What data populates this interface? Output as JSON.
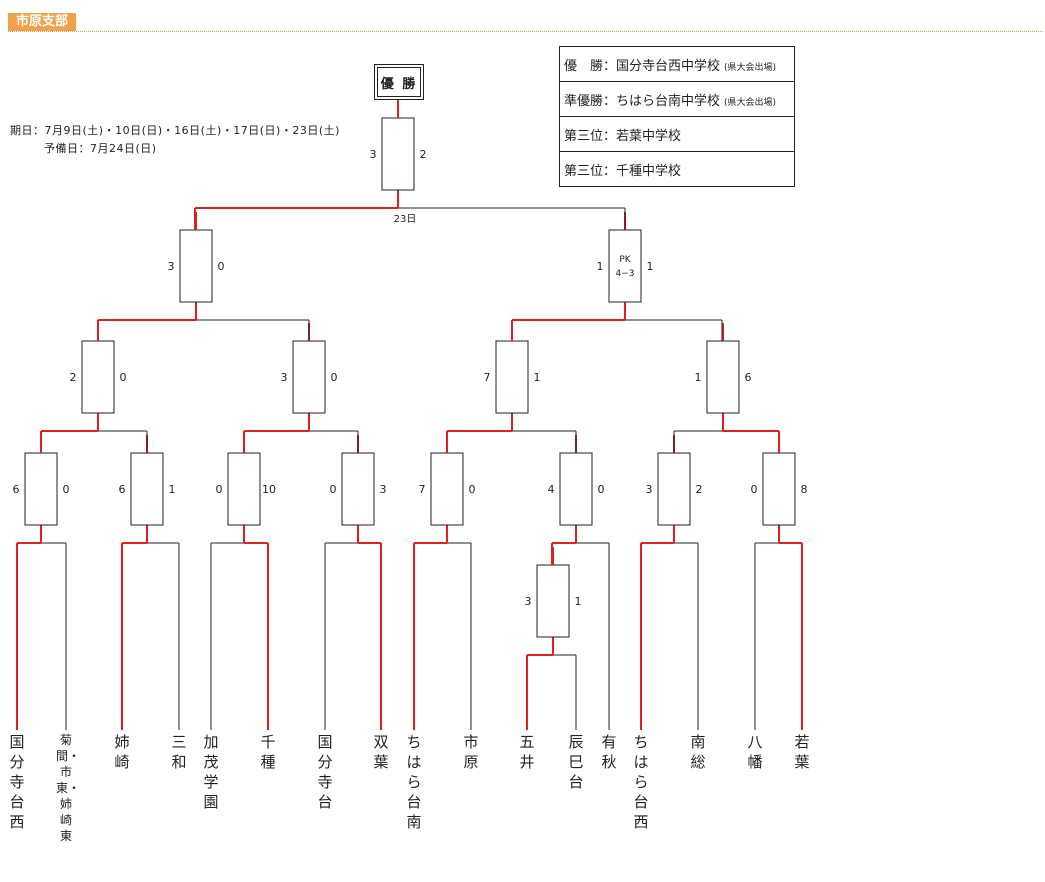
{
  "header": {
    "tag": "市原支部"
  },
  "final_label": "優 勝",
  "schedule": {
    "dates": "期日：7月9日(土)・10日(日)・16日(土)・17日(日)・23日(土)",
    "reserve": "予備日：7月24日(日)"
  },
  "results": [
    {
      "label": "優　勝：国分寺台西中学校",
      "note": "(県大会出場)"
    },
    {
      "label": "準優勝：ちはら台南中学校",
      "note": "(県大会出場)"
    },
    {
      "label": "第三位：若葉中学校",
      "note": ""
    },
    {
      "label": "第三位：千種中学校",
      "note": ""
    }
  ],
  "final_date": "23日",
  "teams": [
    {
      "name": "国分寺台西",
      "winner": true
    },
    {
      "name": "菊間・市東・姉崎東",
      "winner": false
    },
    {
      "name": "姉崎",
      "winner": true
    },
    {
      "name": "三和",
      "winner": false
    },
    {
      "name": "加茂学園",
      "winner": false
    },
    {
      "name": "千種",
      "winner": true
    },
    {
      "name": "国分寺台",
      "winner": false
    },
    {
      "name": "双葉",
      "winner": true
    },
    {
      "name": "ちはら台南",
      "winner": true
    },
    {
      "name": "市原",
      "winner": false
    },
    {
      "name": "五井",
      "winner": true
    },
    {
      "name": "辰巳台",
      "winner": false
    },
    {
      "name": "有秋",
      "winner": false
    },
    {
      "name": "ちはら台西",
      "winner": true
    },
    {
      "name": "南総",
      "winner": false
    },
    {
      "name": "八幡",
      "winner": false
    },
    {
      "name": "若葉",
      "winner": true
    }
  ],
  "matches": {
    "prelim_1": {
      "scores": [
        "3",
        "1"
      ],
      "winner": "left"
    },
    "r1_1": {
      "scores": [
        "6",
        "0"
      ],
      "winner": "left"
    },
    "r1_2": {
      "scores": [
        "6",
        "1"
      ],
      "winner": "left"
    },
    "r1_3": {
      "scores": [
        "0",
        "10"
      ],
      "winner": "right"
    },
    "r1_4": {
      "scores": [
        "0",
        "3"
      ],
      "winner": "right"
    },
    "r1_5": {
      "scores": [
        "7",
        "0"
      ],
      "winner": "left"
    },
    "r1_6": {
      "scores": [
        "4",
        "0"
      ],
      "winner": "left"
    },
    "r1_7": {
      "scores": [
        "3",
        "2"
      ],
      "winner": "left"
    },
    "r1_8": {
      "scores": [
        "0",
        "8"
      ],
      "winner": "right"
    },
    "qf_1": {
      "scores": [
        "2",
        "0"
      ],
      "winner": "left"
    },
    "qf_2": {
      "scores": [
        "3",
        "0"
      ],
      "winner": "left"
    },
    "qf_3": {
      "scores": [
        "7",
        "1"
      ],
      "winner": "left"
    },
    "qf_4": {
      "scores": [
        "1",
        "6"
      ],
      "winner": "right"
    },
    "sf_1": {
      "scores": [
        "3",
        "0"
      ],
      "winner": "left"
    },
    "sf_2": {
      "scores": [
        "1",
        "1"
      ],
      "winner": "left",
      "pk": [
        "PK",
        "4−3"
      ]
    },
    "final": {
      "scores": [
        "3",
        "2"
      ],
      "winner": "left"
    }
  },
  "colors": {
    "win": "#e02020",
    "line": "#222222",
    "accent": "#f0a14b"
  }
}
